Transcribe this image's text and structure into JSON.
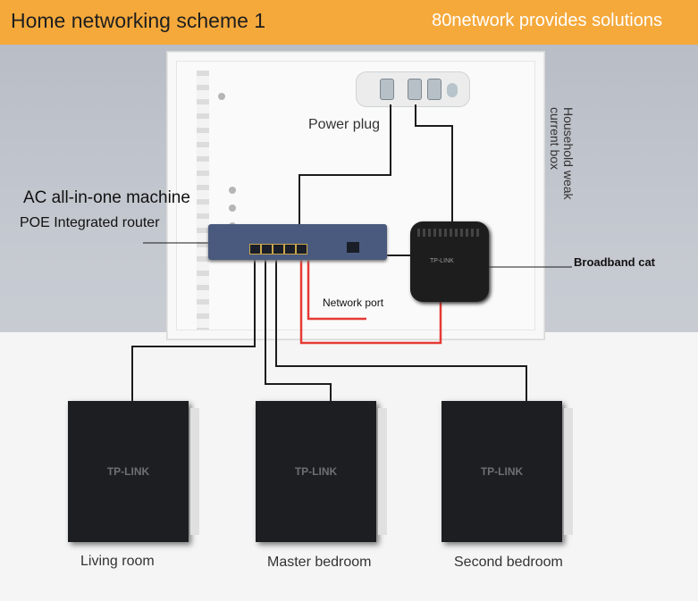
{
  "header": {
    "title": "Home networking scheme 1",
    "subtitle": "80network provides solutions",
    "color": "#f5a93b"
  },
  "labels": {
    "power_plug": "Power plug",
    "weak_current_box": "Household weak current box",
    "ac_machine": "AC all-in-one machine",
    "poe_router": "POE Integrated router",
    "broadband_cat": "Broadband cat",
    "network_port": "Network port"
  },
  "devices": {
    "access_point_brand": "TP-LINK",
    "modem_brand": "TP-LINK"
  },
  "rooms": [
    "Living room",
    "Master bedroom",
    "Second bedroom"
  ],
  "colors": {
    "router": "#4a5a7e",
    "cable": "#1c1c1c",
    "network_port_cable": "#e63a35"
  }
}
